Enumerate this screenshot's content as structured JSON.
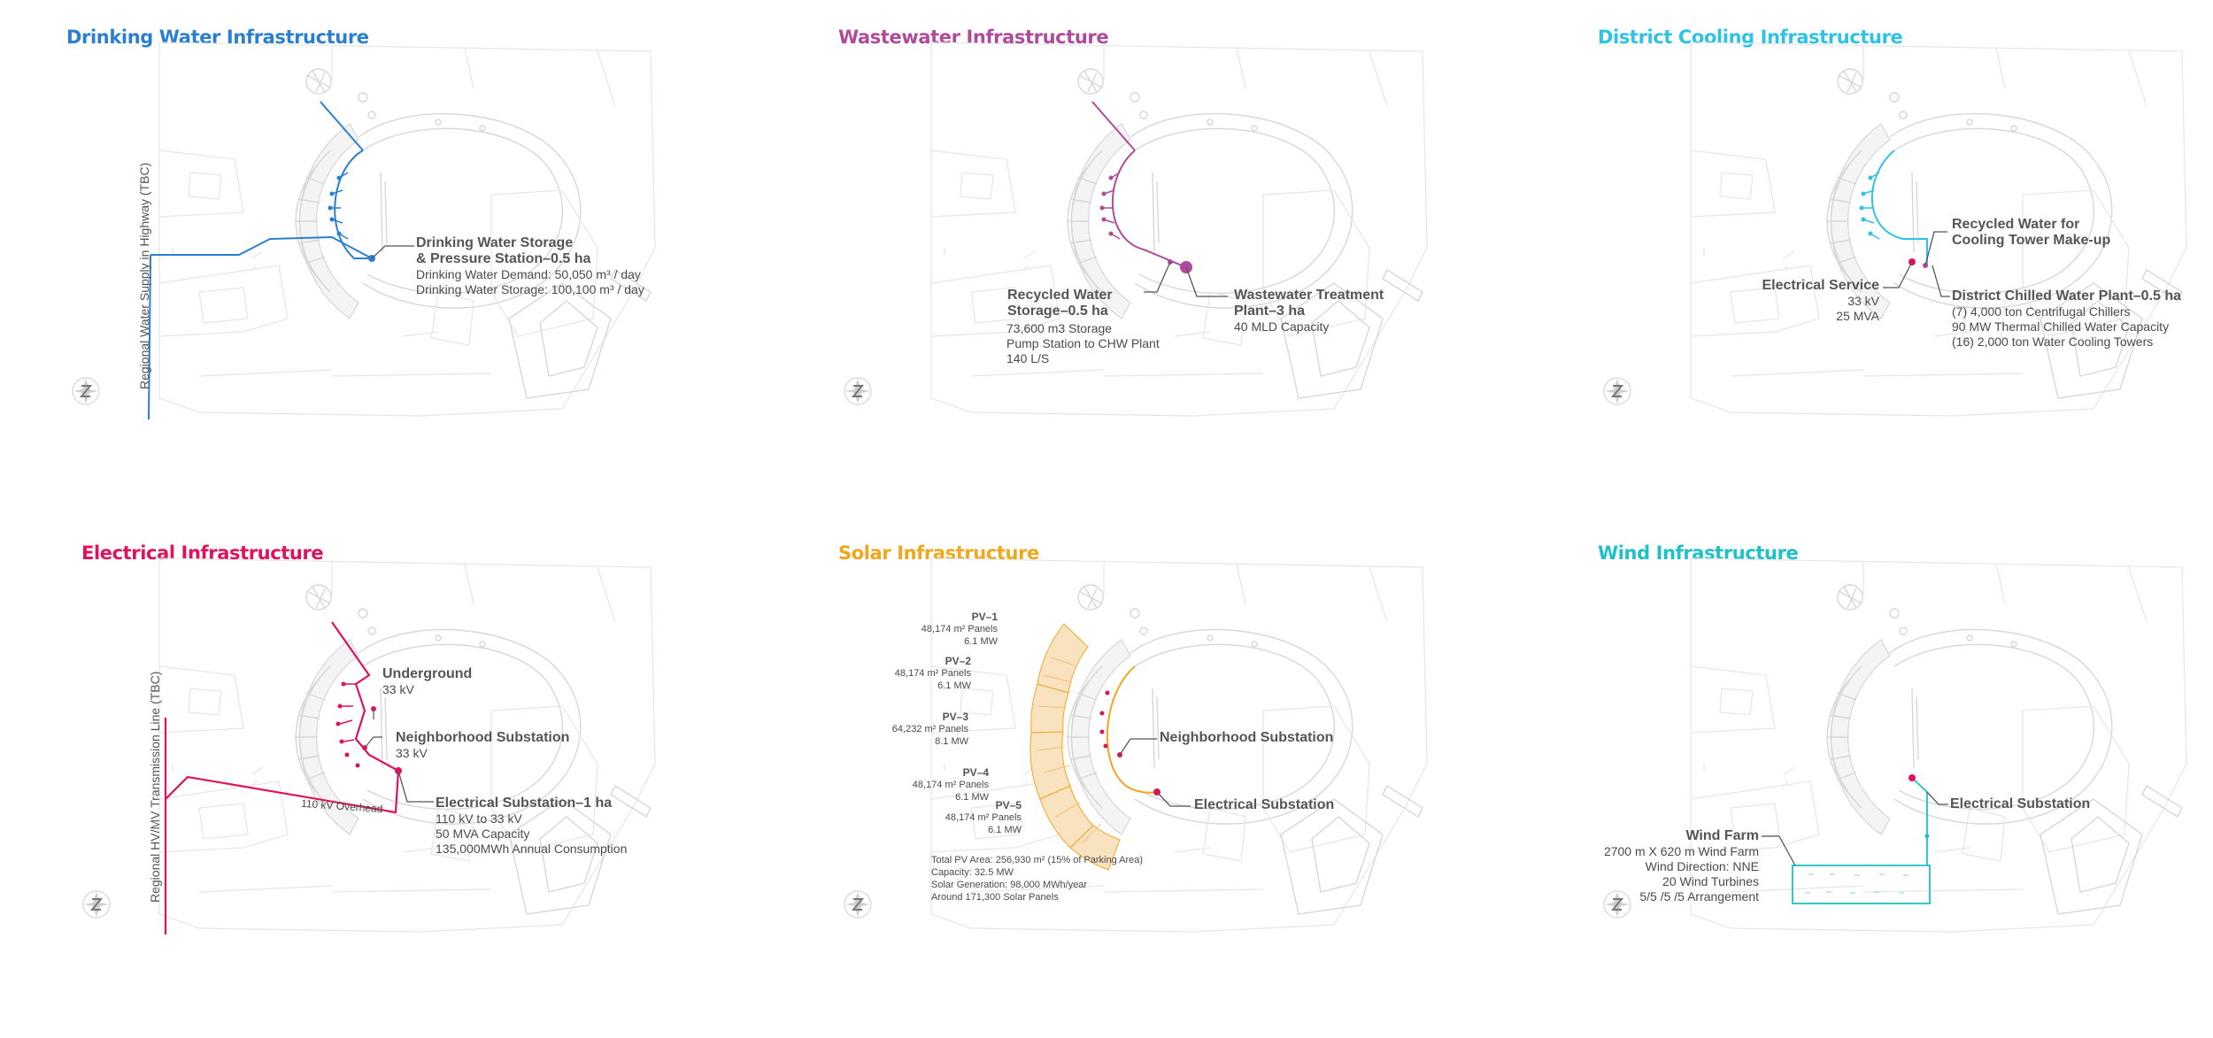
{
  "colors": {
    "drinking_water": "#2b7fd0",
    "wastewater": "#b04a9c",
    "district_cooling": "#2ec3e6",
    "electrical": "#e0115f",
    "solar": "#f0a71e",
    "solar_fill": "#f9e2bf",
    "wind": "#1cc2c7",
    "basemap": "#d7d7d7",
    "label_text": "#4a4a4a"
  },
  "drinking_water": {
    "title": "Drinking Water Infrastructure",
    "supply_line": "Regional Water Supply in Highway (TBC)",
    "storage": {
      "heading_1": "Drinking Water Storage",
      "heading_2": "& Pressure Station–0.5 ha",
      "demand": "Drinking Water Demand: 50,050 m³ / day",
      "storage": "Drinking Water Storage: 100,100 m³ / day"
    }
  },
  "wastewater": {
    "title": "Wastewater Infrastructure",
    "recycled": {
      "heading_1": "Recycled Water",
      "heading_2": "Storage–0.5 ha",
      "line_1": "73,600 m3 Storage",
      "line_2": "Pump Station to CHW Plant",
      "line_3": "140 L/S"
    },
    "treatment": {
      "heading_1": "Wastewater Treatment",
      "heading_2": "Plant–3 ha",
      "line_1": "40 MLD Capacity"
    }
  },
  "district_cooling": {
    "title": "District Cooling Infrastructure",
    "recycled": {
      "heading_1": "Recycled Water for",
      "heading_2": "Cooling Tower Make-up"
    },
    "electrical_service": {
      "heading": "Electrical Service",
      "line_1": "33 kV",
      "line_2": "25 MVA"
    },
    "chilled_plant": {
      "heading": "District Chilled Water Plant–0.5 ha",
      "line_1": "(7) 4,000 ton Centrifugal Chillers",
      "line_2": "90 MW Thermal Chilled Water Capacity",
      "line_3": "(16) 2,000 ton Water Cooling Towers"
    }
  },
  "electrical": {
    "title": "Electrical Infrastructure",
    "transmission_line": "Regional HV/MV Transmission Line (TBC)",
    "overhead": "110 kV Overhead",
    "underground": {
      "heading": "Underground",
      "line_1": "33 kV"
    },
    "neighborhood": {
      "heading": "Neighborhood Substation",
      "line_1": "33 kV"
    },
    "substation": {
      "heading": "Electrical Substation–1 ha",
      "line_1": "110 kV to 33 kV",
      "line_2": "50 MVA Capacity",
      "line_3": "135,000MWh Annual Consumption"
    }
  },
  "solar": {
    "title": "Solar Infrastructure",
    "pv": [
      {
        "name": "PV–1",
        "panels": "48,174 m² Panels",
        "power": "6.1 MW"
      },
      {
        "name": "PV–2",
        "panels": "48,174 m² Panels",
        "power": "6.1 MW"
      },
      {
        "name": "PV–3",
        "panels": "64,232 m² Panels",
        "power": "8.1 MW"
      },
      {
        "name": "PV–4",
        "panels": "48,174 m² Panels",
        "power": "6.1 MW"
      },
      {
        "name": "PV–5",
        "panels": "48,174 m² Panels",
        "power": "6.1 MW"
      }
    ],
    "neighborhood": "Neighborhood Substation",
    "substation": "Electrical Substation",
    "summary": {
      "line_1": "Total PV Area: 256,930 m² (15% of Parking Area)",
      "line_2": "Capacity: 32.5 MW",
      "line_3": "Solar Generation: 98,000 MWh/year",
      "line_4": "Around 171,300 Solar Panels"
    }
  },
  "wind": {
    "title": "Wind Infrastructure",
    "substation": "Electrical Substation",
    "farm": {
      "heading": "Wind Farm",
      "line_1": "2700 m X 620 m Wind Farm",
      "line_2": "Wind Direction: NNE",
      "line_3": "20 Wind Turbines",
      "line_4": "5/5  /5  /5 Arrangement"
    }
  }
}
